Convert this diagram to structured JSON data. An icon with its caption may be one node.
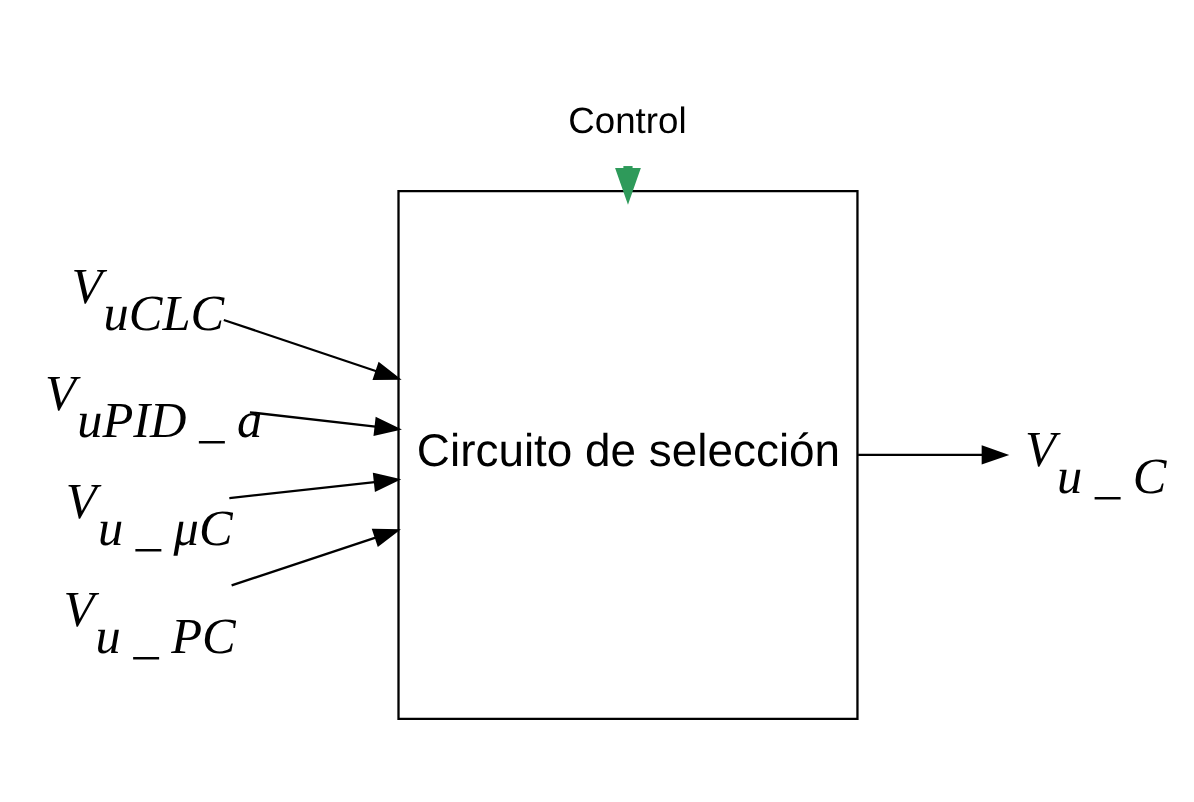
{
  "diagram": {
    "nodes": [
      {
        "text": [
          "Circuito de selección"
        ]
      },
      {
        "text": [
          "Control"
        ]
      },
      {
        "text": [
          "V$_{uCLC}$"
        ]
      },
      {
        "text": [
          "V$_{uPID _ a}$"
        ]
      },
      {
        "text": [
          "V$_{u _ μC}$"
        ]
      },
      {
        "text": [
          "V$_{u _ PC}$"
        ]
      },
      {
        "text": [
          "V$_{u _ C}$"
        ]
      }
    ],
    "edges": [
      {
        "from": 1,
        "to": 0,
        "arrow": "to",
        "style": "thick",
        "color": "#2e9a5a"
      },
      {
        "from": 2,
        "to": 0,
        "arrow": "to"
      },
      {
        "from": 3,
        "to": 0,
        "arrow": "to"
      },
      {
        "from": 4,
        "to": 0,
        "arrow": "to"
      },
      {
        "from": 5,
        "to": 0,
        "arrow": "to"
      },
      {
        "from": 0,
        "to": 6,
        "arrow": "to"
      }
    ]
  }
}
